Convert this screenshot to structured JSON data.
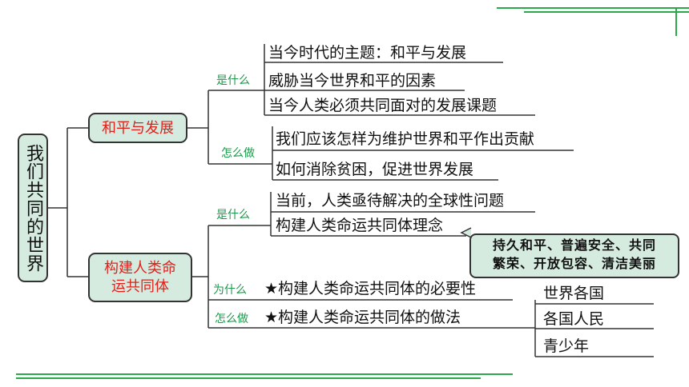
{
  "root": {
    "label": "我们共同的世界"
  },
  "branch1": {
    "label": "和平与发展",
    "what": {
      "label": "是什么",
      "items": [
        "当今时代的主题：和平与发展",
        "威胁当今世界和平的因素",
        "当今人类必须共同面对的发展课题"
      ]
    },
    "how": {
      "label": "怎么做",
      "items": [
        "我们应该怎样为维护世界和平作出贡献",
        "如何消除贫困，促进世界发展"
      ]
    }
  },
  "branch2": {
    "label_line1": "构建人类命",
    "label_line2": "运共同体",
    "what": {
      "label": "是什么",
      "items": [
        "当前，人类亟待解决的全球性问题",
        "构建人类命运共同体理念"
      ],
      "note_line1": "持久和平、普遍安全、共同",
      "note_line2": "繁荣、开放包容、清洁美丽"
    },
    "why": {
      "label": "为什么",
      "item": "★构建人类命运共同体的必要性"
    },
    "how": {
      "label": "怎么做",
      "item": "★构建人类命运共同体的做法",
      "actors": [
        "世界各国",
        "各国人民",
        "青少年"
      ]
    }
  },
  "colors": {
    "accent_green": "#1a9a4a",
    "box_fill": "#d5ebdf",
    "red_text": "#e0201b"
  }
}
